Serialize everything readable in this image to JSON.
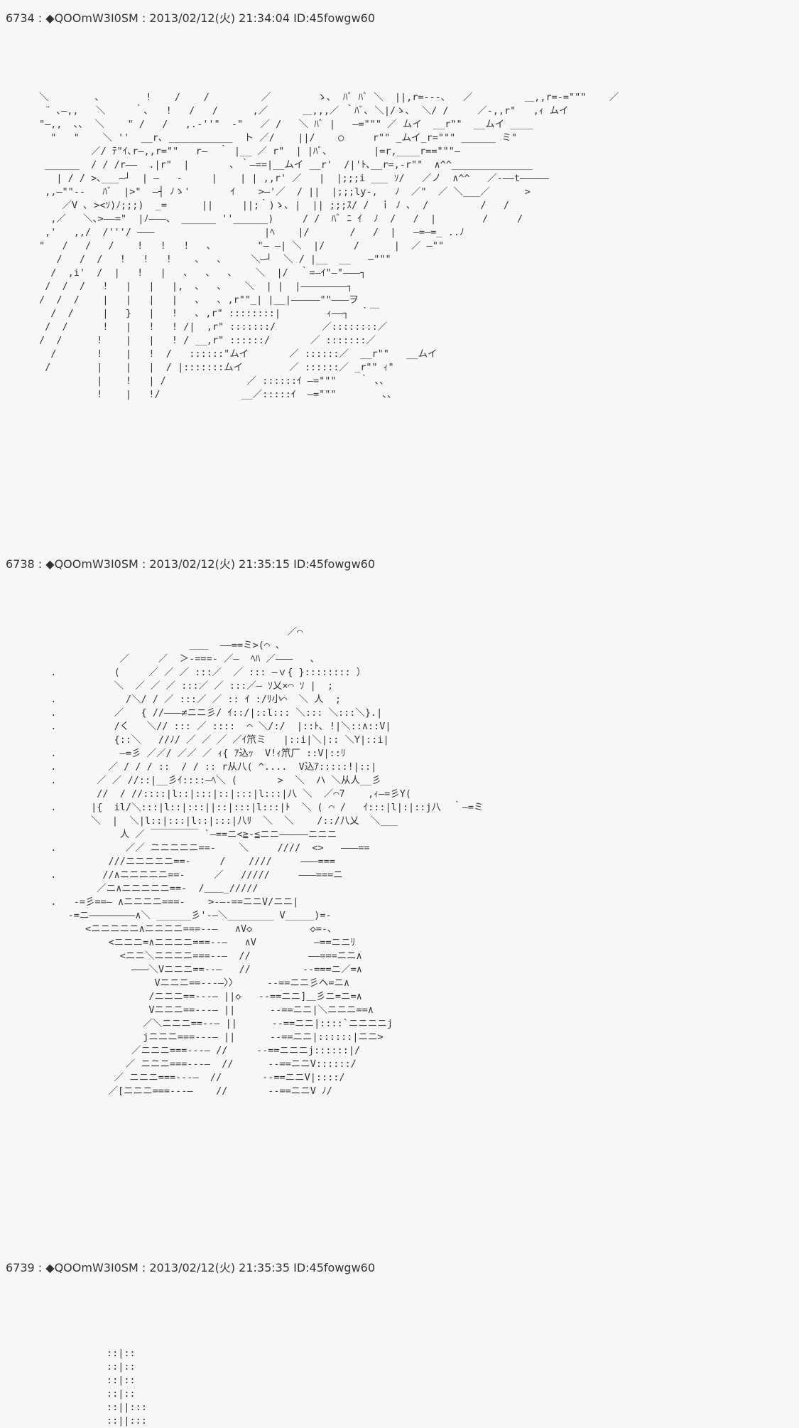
{
  "posts": [
    {
      "number": "6734",
      "header": "6734 : ◆QOOmW3I0SM : 2013/02/12(火) 21:34:04 ID:45fowgw60",
      "art": "＼        ､        !    /    /         ／        ゝ､  ﾊﾞ ﾊﾞ ＼  ||,r=---､   ／         ＿,,r=‐=\"\"\"    ／\n ¨ ､―,,   ＼     ｀､   !   /   /      ,／      ＿,,,／ ｀ﾊﾞ､ ＼|/ゝ､  ＼/ /     ／‐,,r\"   ,ｨ ムイ\n\"―,,  ､､  ＼    \" /   /   ,.-''\"  ‐\"   ／ /   ＼ ﾊﾞ |   ―=\"\"\" ／ ムイ  __r\"\"  __ムイ ____\n  \"   \"    ＼ ''  __r､ ___________  ト ／/    ||/    ○     r\"\" _ムイ_r=\"\"\" ______ ミ\"\n         ／/ ﾃ\"ｲ､r―,,r=\"\"   r―  ｀ |__ ／ r\"  | |ﾊﾞ､        |=r,____r==\"\"\"―\n ______  / / /r――  .|r\"  |       ､ ｀―==|__ムイ __r'  /|'ﾄ､__r=,-r\"\"  ∧^^______________\n   | / / >､___―┘  | ―   -     |    | | ,,r' ／   |  |;;;i ___ ｿ/   ／ノ  ∧^^   ／‐――t―――――\n ,,―\"\"‐-   ﾊﾞ  |>\"  ―┤ ﾉゝ'       ｲ    >―'／  / ||  |;;;ly-,   ﾉ  ／\"  ／ ＼___／      >\n    ／V ､ ><ｿ)ﾉ;;;)  _=      ||     ||;｀)ゝ､ |  || ;;;ｽ/ /  ｉ ﾉ ､  /         /   /\n  ,／   ＼､>――=\"  |ﾉ―――、 ______ ''______)     / /  ﾊﾞ ﾆ ｲ  ﾉ  /   /  |        /     /\n ,'   ,,/  /'''/ ―――                   |ﾍ    |/       /   /  |   ―=―=_ ..ﾉ\n\"   /   /   /    !   !   !   ､        \"― ―| ＼  |/     /      |  ／ ―\"\"\n   /   /  /   !   !   !    ､   ､     ＼―┘  ＼ / |__  __   ―\"\"\"\n  /  ,i'  /  |   !   |   ､   ､   ､    ＼  |/  ｀=―ｲ\"―\"―――┐\n /  /  /   !   |   |   |,  ､   ､    ＼  | |  |――――――――┐\n/  /  /    |   |   |   |   ､   ､ ,r\"\"_| |__|―――――\"\"―――ヲ\n  /  /     |   }   |   !   ､ ,r\" ::::::::|        ｨ――┐  ｀￣\n /  /      !   |   !   ! /|  ,r\" :::::::/        ／::::::::／\n/  /      !    |   |   ! / __,r\" ::::::/       ／ :::::::／\n  /       !    |   !  /   ::::::\"ムイ       ／ ::::::／  __r\"\"   __ムイ\n /        |    |   |  / |:::::::ムイ        ／ ::::::／ _r\"\" ｨ\"\n          |    !   | /              ／ ::::::ｲ ―=\"\"\"    ｀ ､､\n          !    |   !/              __／:::::ｲ  ―=\"\"\"        ､､"
    },
    {
      "number": "6738",
      "header": "6738 : ◆QOOmW3I0SM : 2013/02/12(火) 21:35:15 ID:45fowgw60",
      "art": "                                           ／⌒\n                          ＿＿  ――==ミ>(⌒ ､\n              ／     ／  ＞-===‐ ／―  ﾍﾊ ／―――   ､\n  .          (     ／ ／ ／ :::／  ／ ::: ―ｖ{ }:::::::: ）\n             ＼  ／ ／ ／ :::／ ／ :::／― ｿ乂×⌒ ｿ |  ;\n  .            /＼/ / ／ :::／ ／ :: ｲ :/ﾘ小⌒  ＼ 人  ;\n  .          ／   { //―――≠ニニ彡/ ｲ::/|::l::: ＼::: ＼:::＼}.|\n  .          /く   ＼// ::: ／ ::::  ⌒ ＼/:/  |::ﾄ､ !|＼::∧::V|\n             {::＼   //ﾉ/ ／ ／ ／ ／ｲ笊ミ   |::i|＼|:: ＼Y|::i|\n  .           ―=彡 ／／/ ／／ ／ ｨ{ ｱ込ｯ  V!ｨ笊厂 ::V|::ﾘ\n  .         ／ / / / ::  / / :: r从八( ^....  V込ｱ:::::!|::|\n  .       ／ ／ //::|__彡ｲ::::―ﾍ＼ (       >  ＼  ハ ＼从人__彡\n          //  / //::::|l::|:::|::|:::|l:::|八 ＼  ／⌒7    ,ｨ―=彡Y(\n  .      |{  il/＼:::|l::|:::||::|:::|l:::|ﾄ  ＼ ( ⌒ /   ｲ:::|l|:|::j八  ｀―=ミ\n         ＼  |  ＼|l::|:::|l::|:::|八ﾘ  ＼  ＼    /::/八乂  ＼___\n              人 ／ ￣￣￣￣￣ `―==ニ<≧-≦ニニ―――――ニニニ\n  .            ／／ ニニニニニ==-    ＼     ////  <>   ―――==\n            ///ニニニニニ==-     /    ////     ―――===\n  .        //∧ニニニニニ==-     ／   /////     ―――===ニ\n          ／ニ∧ニニニニニ==-  /＿＿_/////\n  .   -=彡==― ∧ニニニニ===-    >-―-==ニニV/ニニ|\n     ‐=ニ――――――――∧＼ ______彡'‐―＼________ V_____)=‐\n        <ニニニニニ∧ニニニニ===--―   ∧V◇          ◇=-､\n            <ニニニ=∧ニニニニ===--―   ∧V          ―==ニニﾘ\n              <ニニ＼ニニニニ===--―  //          ――===ニニ∧\n                ―――＼Vニニニ==--―   //         --===ニ／=∧\n                    Vニニニ==---―〉〉     --==ニニ彡へ=ニ∧\n                   /ニニニ==---― ||◇   --==ニニ]＿彡ニ=ニ=∧\n                   Vニニニ==---― ||      --==ニニ|＼ニニニ==∧\n                  ／＼ニニニ==--― ||      --==ニニ|::::`ニニニニj\n                  jニニニ===---― ||      --==ニニ|::::::|ニニ>\n                ／ニニニ===---― //     --==ニニニj::::::|/\n               ／ ニニニ===---―  //      --==ニニV::::::/\n             ／ ニニニ===---―  //       --==ニニV|::::/\n            ／[ニニニ===---―    //       --==ニニV ﾉ/"
    },
    {
      "number": "6739",
      "header": "6739 : ◆QOOmW3I0SM : 2013/02/12(火) 21:35:35 ID:45fowgw60",
      "art": "::|::\n::|::\n::|::\n::|::\n::||:::\n::||:::"
    }
  ]
}
